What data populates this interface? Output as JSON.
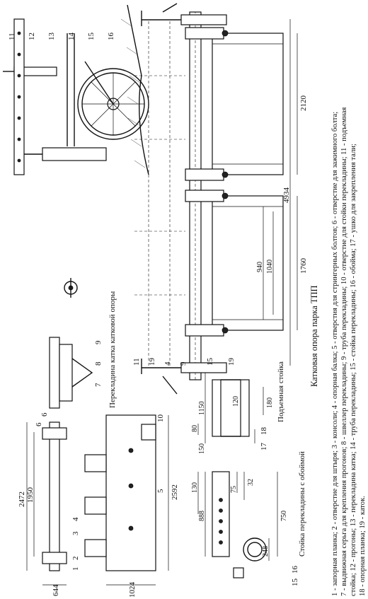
{
  "title": "Катковая опора парка ТПП",
  "captions": {
    "crossbar_rollers": "Перекладина катка катковой опоры",
    "crossbar_stand": "Стойка перекладины с обоймой",
    "lift_stand": "Подъемная стойка"
  },
  "legend": [
    "1 - запорная планка; 2 - отверстие для штыря; 3 - консоли; 4 - опорная балка; 5 - отверстия для стрингерных болтов; 6 - отверстие для зажимного болта;",
    "7 - выдвижная серьга для крепления прогонов; 8 - швеллер перекладины; 9 - труба перекладины; 10 - отверстие для стойки перекладины; 11 - подъемная",
    "стойка; 12 - прогоны; 13 - перекладина катка; 14 - труба перекладины; 15 - стойка перекладины; 16 - обойма; 17 - ушко для закрепления тали;",
    "18 - опорная планка; 19 - каток."
  ],
  "main_view": {
    "dimensions": {
      "overall": "4934",
      "roller_len": "2120",
      "roller_len2": "1760",
      "span1": "1040",
      "span2": "940"
    },
    "labels": [
      "11",
      "12",
      "13",
      "14",
      "15",
      "16",
      "11",
      "19",
      "4",
      "9",
      "15",
      "19"
    ]
  },
  "beam_view": {
    "dimensions": {
      "d2472": "2472",
      "d1950": "1950",
      "d2592": "2592",
      "d644": "644",
      "d1024": "1024"
    },
    "labels": [
      "1",
      "2",
      "3",
      "4",
      "5",
      "6",
      "10"
    ]
  },
  "crossbar_view": {
    "labels": [
      "6",
      "7",
      "8",
      "9"
    ]
  },
  "stand_view": {
    "dimensions": {
      "d888": "888",
      "d130": "130",
      "d75": "75",
      "d32": "32",
      "d248": "248",
      "d750": "750"
    },
    "labels": [
      "15",
      "16"
    ]
  },
  "lift_view": {
    "dimensions": {
      "d80": "80",
      "d150": "150",
      "d1150": "1150",
      "d120": "120",
      "d180": "180"
    },
    "labels": [
      "17",
      "18"
    ]
  }
}
